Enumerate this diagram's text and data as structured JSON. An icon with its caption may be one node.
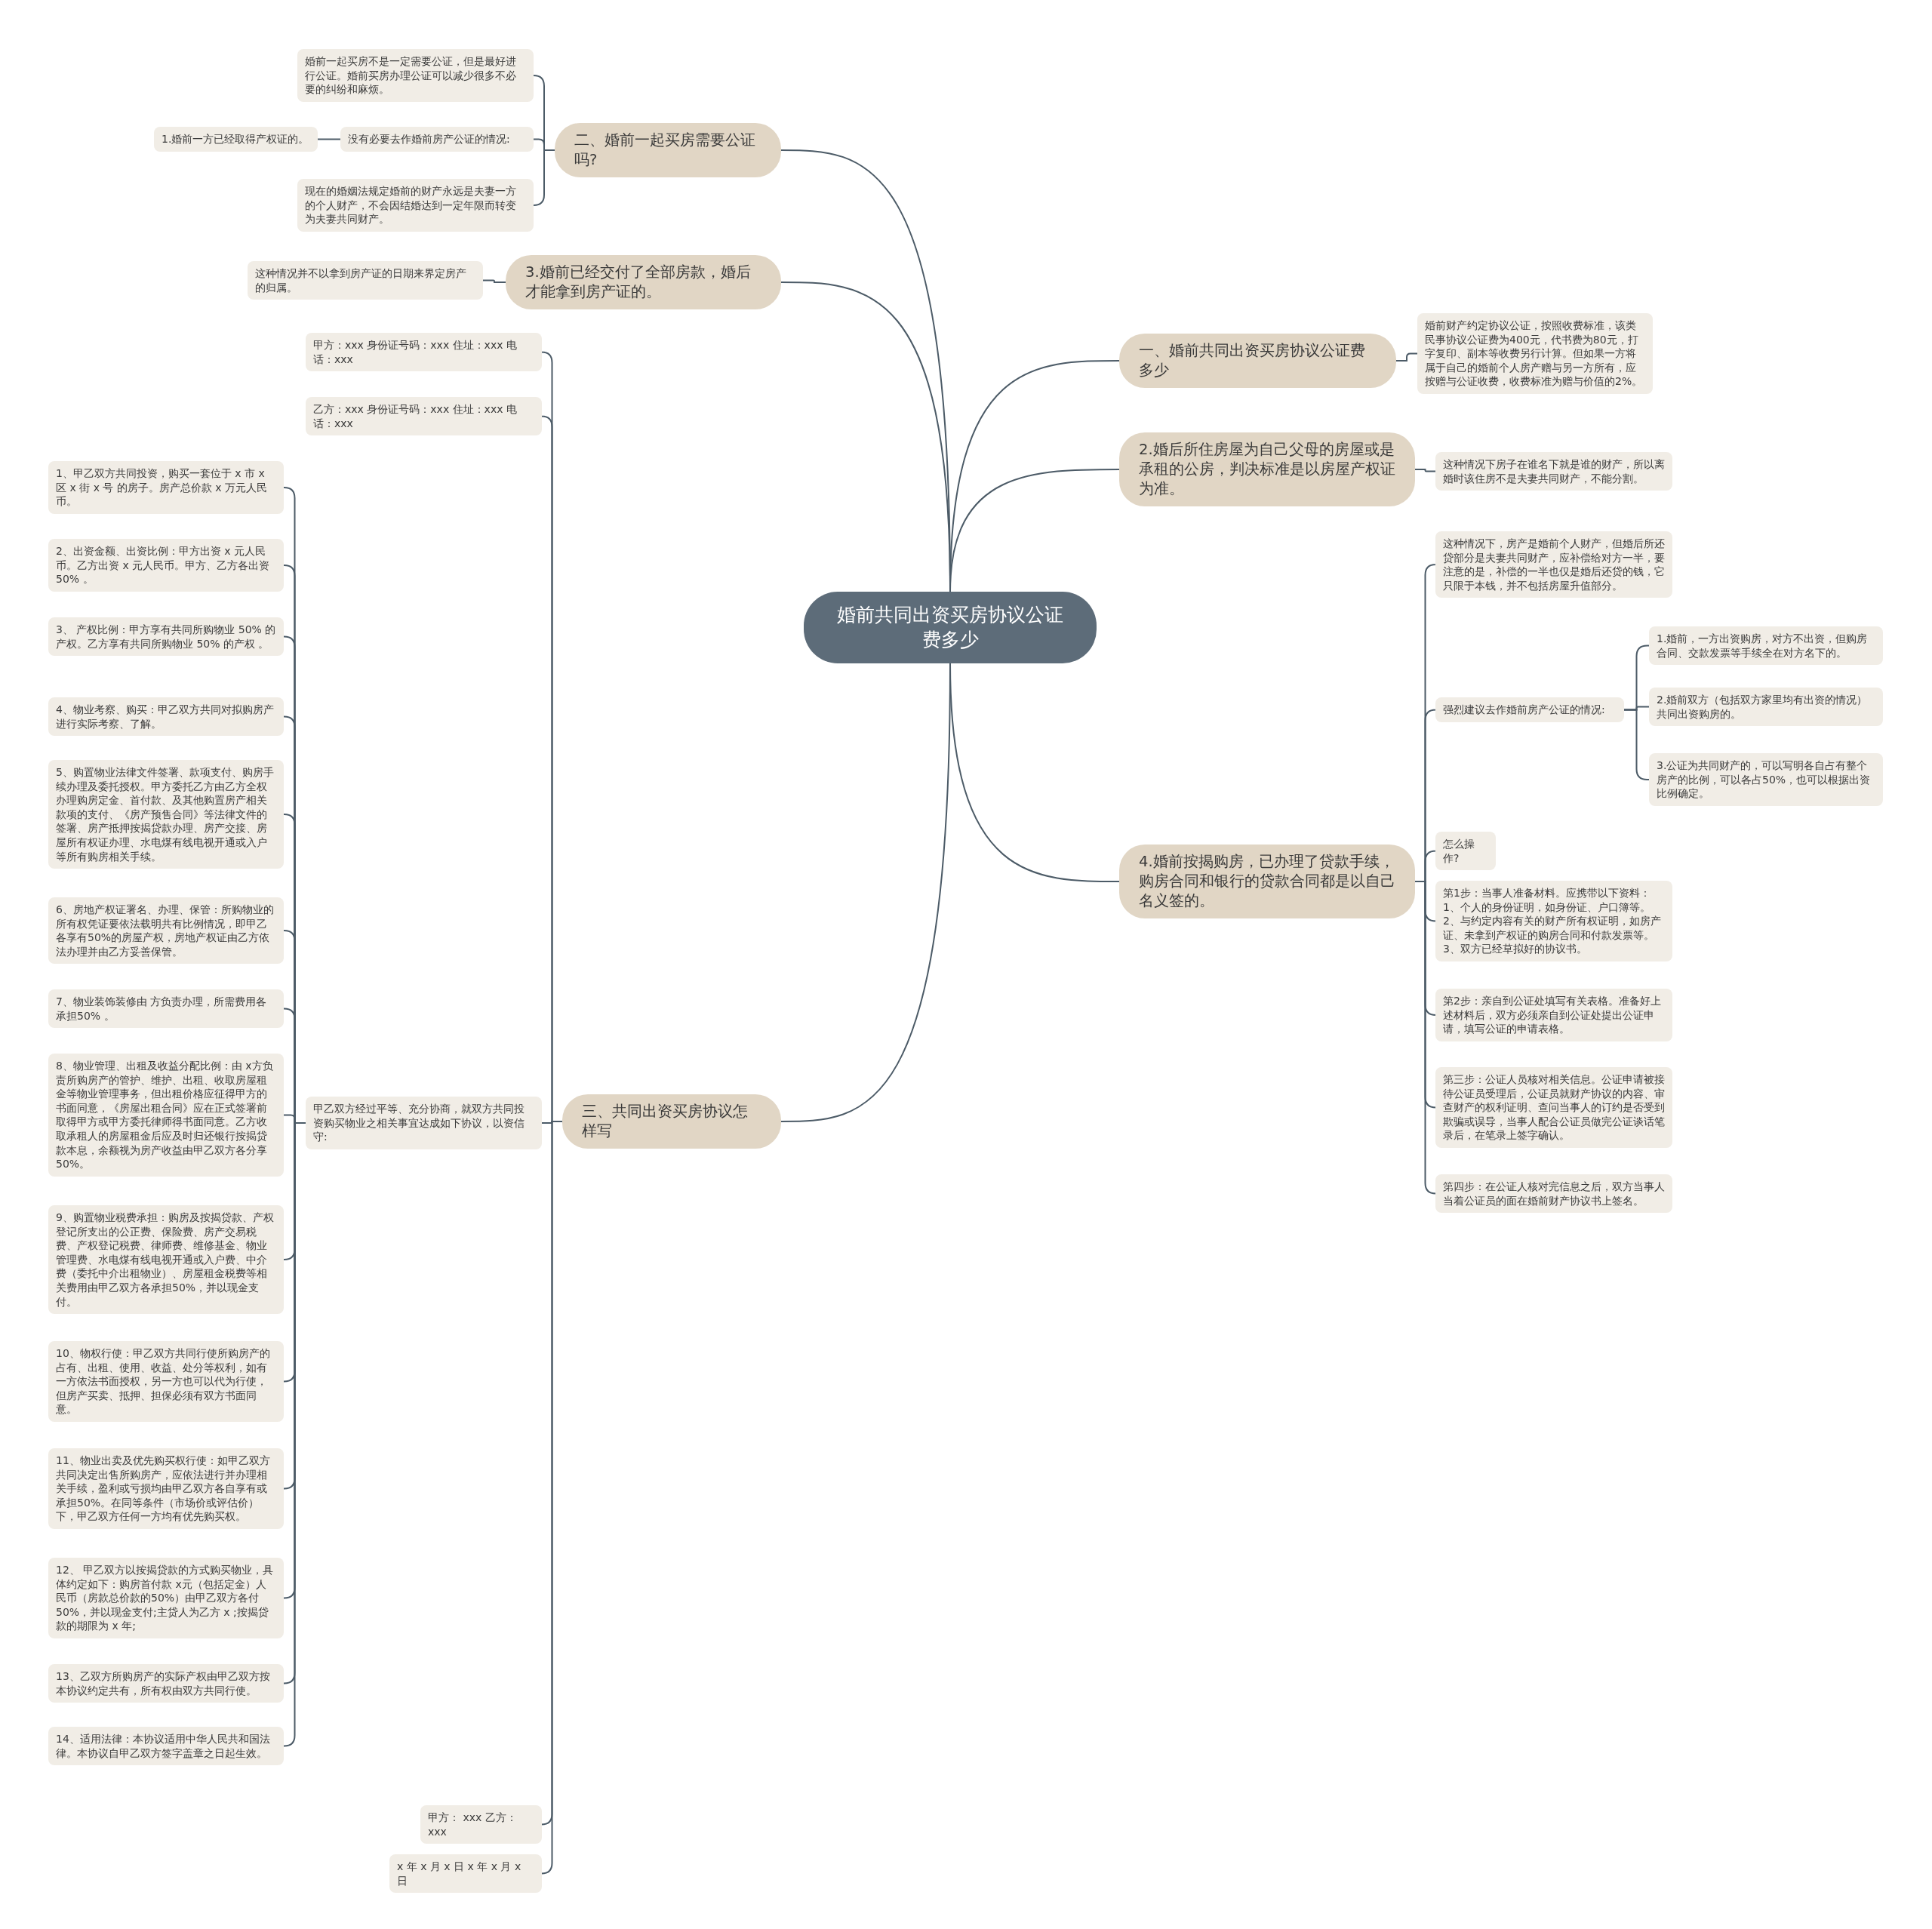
{
  "diagram": {
    "nodes": [
      {
        "text": [
          "婚前共同出资买房协议公证费多少"
        ]
      },
      {
        "text": [
          "二、婚前一起买房需要公证吗?"
        ]
      },
      {
        "text": [
          "婚前一起买房不是一定需要公证，但是最好进行公证。婚前买房办理公证可以减少很多不必要的纠纷和麻烦。"
        ]
      },
      {
        "text": [
          "没有必要去作婚前房产公证的情况:"
        ]
      },
      {
        "text": [
          "1.婚前一方已经取得产权证的。"
        ]
      },
      {
        "text": [
          "现在的婚姻法规定婚前的财产永远是夫妻一方的个人财产，不会因结婚达到一定年限而转变为夫妻共同财产。"
        ]
      },
      {
        "text": [
          "3.婚前已经交付了全部房款，婚后才能拿到房产证的。"
        ]
      },
      {
        "text": [
          "这种情况并不以拿到房产证的日期来界定房产的归属。"
        ]
      },
      {
        "text": [
          "三、共同出资买房协议怎样写"
        ]
      },
      {
        "text": [
          "甲方：xxx 身份证号码：xxx 住址：xxx 电话：xxx"
        ]
      },
      {
        "text": [
          "乙方：xxx 身份证号码：xxx 住址：xxx 电话：xxx"
        ]
      },
      {
        "text": [
          "甲乙双方经过平等、充分协商，就双方共同投资购买物业之相关事宜达成如下协议，以资信守:"
        ]
      },
      {
        "text": [
          "1、甲乙双方共同投资，购买一套位于 x 市 x 区 x 街 x 号 的房子。房产总价款 x 万元人民币。"
        ]
      },
      {
        "text": [
          "2、出资金额、出资比例：甲方出资 x 元人民币。乙方出资 x 元人民币。甲方、乙方各出资50% 。"
        ]
      },
      {
        "text": [
          "3、 产权比例：甲方享有共同所购物业 50% 的产权。乙方享有共同所购物业 50% 的产权 。"
        ]
      },
      {
        "text": [
          "4、物业考察、购买：甲乙双方共同对拟购房产进行实际考察、了解。"
        ]
      },
      {
        "text": [
          "5、购置物业法律文件签署、款项支付、购房手续办理及委托授权。甲方委托乙方由乙方全权办理购房定金、首付款、及其他购置房产相关款项的支付、《房产预售合同》等法律文件的签署、房产抵押按揭贷款办理、房产交接、房屋所有权证办理、水电煤有线电视开通或入户等所有购房相关手续。"
        ]
      },
      {
        "text": [
          "6、房地产权证署名、办理、保管：所购物业的所有权凭证要依法载明共有比例情况，即甲乙各享有50%的房屋产权，房地产权证由乙方依法办理并由乙方妥善保管。"
        ]
      },
      {
        "text": [
          "7、物业装饰装修由 方负责办理，所需费用各承担50% 。"
        ]
      },
      {
        "text": [
          "8、物业管理、出租及收益分配比例：由 x方负责所购房产的管护、维护、出租、收取房屋租金等物业管理事务，但出租价格应征得甲方的书面同意，《房屋出租合同》应在正式签署前取得甲方或甲方委托律师得书面同意。乙方收取承租人的房屋租金后应及时归还银行按揭贷款本息，余额视为房产收益由甲乙双方各分享50%。"
        ]
      },
      {
        "text": [
          "9、购置物业税费承担：购房及按揭贷款、产权登记所支出的公正费、保险费、房产交易税费、产权登记税费、律师费、维修基金、物业管理费、水电煤有线电视开通或入户费、中介费（委托中介出租物业）、房屋租金税费等相关费用由甲乙双方各承担50%，并以现金支付。"
        ]
      },
      {
        "text": [
          "10、物权行使：甲乙双方共同行使所购房产的占有、出租、使用、收益、处分等权利，如有一方依法书面授权，另一方也可以代为行使，但房产买卖、抵押、担保必须有双方书面同意。"
        ]
      },
      {
        "text": [
          "11、物业出卖及优先购买权行使：如甲乙双方共同决定出售所购房产，应依法进行并办理相关手续，盈利或亏损均由甲乙双方各自享有或承担50%。在同等条件（市场价或评估价）下，甲乙双方任何一方均有优先购买权。"
        ]
      },
      {
        "text": [
          "12、 甲乙双方以按揭贷款的方式购买物业，具体约定如下：购房首付款 x元（包括定金）人民币（房款总价款的50%）由甲乙双方各付50%，并以现金支付;主贷人为乙方 x ;按揭贷款的期限为 x 年;"
        ]
      },
      {
        "text": [
          "13、乙双方所购房产的实际产权由甲乙双方按本协议约定共有，所有权由双方共同行使。"
        ]
      },
      {
        "text": [
          "14、适用法律：本协议适用中华人民共和国法律。本协议自甲乙双方签字盖章之日起生效。"
        ]
      },
      {
        "text": [
          "甲方： xxx 乙方：xxx"
        ]
      },
      {
        "text": [
          "x 年 x 月 x 日 x 年 x 月 x 日"
        ]
      },
      {
        "text": [
          "一、婚前共同出资买房协议公证费多少"
        ]
      },
      {
        "text": [
          "婚前财产约定协议公证，按照收费标准，该类民事协议公证费为400元，代书费为80元，打字复印、副本等收费另行计算。但如果一方将属于自己的婚前个人房产赠与另一方所有，应按赠与公证收费，收费标准为赠与价值的2%。"
        ]
      },
      {
        "text": [
          "2.婚后所住房屋为自己父母的房屋或是承租的公房，判决标准是以房屋产权证为准。"
        ]
      },
      {
        "text": [
          "这种情况下房子在谁名下就是谁的财产，所以离婚时该住房不是夫妻共同财产，不能分割。"
        ]
      },
      {
        "text": [
          "4.婚前按揭购房，已办理了贷款手续，购房合同和银行的贷款合同都是以自己名义签的。"
        ]
      },
      {
        "text": [
          "这种情况下，房产是婚前个人财产，但婚后所还贷部分是夫妻共同财产，应补偿给对方一半，要注意的是，补偿的一半也仅是婚后还贷的钱，它只限于本钱，并不包括房屋升值部分。"
        ]
      },
      {
        "text": [
          "强烈建议去作婚前房产公证的情况:"
        ]
      },
      {
        "text": [
          "1.婚前，一方出资购房，对方不出资，但购房合同、交款发票等手续全在对方名下的。"
        ]
      },
      {
        "text": [
          "2.婚前双方（包括双方家里均有出资的情况）共同出资购房的。"
        ]
      },
      {
        "text": [
          "3.公证为共同财产的，可以写明各自占有整个房产的比例，可以各占50%，也可以根据出资比例确定。"
        ]
      },
      {
        "text": [
          "怎么操作?"
        ]
      },
      {
        "text": [
          "第1步：当事人准备材料。应携带以下资料：1、个人的身份证明，如身份证、户口簿等。2、与约定内容有关的财产所有权证明，如房产证、未拿到产权证的购房合同和付款发票等。3、双方已经草拟好的协议书。"
        ]
      },
      {
        "text": [
          "第2步：亲自到公证处填写有关表格。准备好上述材料后，双方必须亲自到公证处提出公证申请，填写公证的申请表格。"
        ]
      },
      {
        "text": [
          "第三步：公证人员核对相关信息。公证申请被接待公证员受理后，公证员就财产协议的内容、审查财产的权利证明、查问当事人的订约是否受到欺骗或误导，当事人配合公证员做完公证谈话笔录后，在笔录上签字确认。"
        ]
      },
      {
        "text": [
          "第四步：在公证人核对完信息之后，双方当事人当着公证员的面在婚前财产协议书上签名。"
        ]
      }
    ],
    "edges": [
      {
        "from": 0,
        "to": 1,
        "arrow": "none"
      },
      {
        "from": 1,
        "to": 2,
        "arrow": "none"
      },
      {
        "from": 1,
        "to": 3,
        "arrow": "none"
      },
      {
        "from": 3,
        "to": 4,
        "arrow": "none"
      },
      {
        "from": 1,
        "to": 5,
        "arrow": "none"
      },
      {
        "from": 0,
        "to": 6,
        "arrow": "none"
      },
      {
        "from": 6,
        "to": 7,
        "arrow": "none"
      },
      {
        "from": 0,
        "to": 8,
        "arrow": "none"
      },
      {
        "from": 8,
        "to": 9,
        "arrow": "none"
      },
      {
        "from": 8,
        "to": 10,
        "arrow": "none"
      },
      {
        "from": 8,
        "to": 11,
        "arrow": "none"
      },
      {
        "from": 11,
        "to": 12,
        "arrow": "none"
      },
      {
        "from": 11,
        "to": 13,
        "arrow": "none"
      },
      {
        "from": 11,
        "to": 14,
        "arrow": "none"
      },
      {
        "from": 11,
        "to": 15,
        "arrow": "none"
      },
      {
        "from": 11,
        "to": 16,
        "arrow": "none"
      },
      {
        "from": 11,
        "to": 17,
        "arrow": "none"
      },
      {
        "from": 11,
        "to": 18,
        "arrow": "none"
      },
      {
        "from": 11,
        "to": 19,
        "arrow": "none"
      },
      {
        "from": 11,
        "to": 20,
        "arrow": "none"
      },
      {
        "from": 11,
        "to": 21,
        "arrow": "none"
      },
      {
        "from": 11,
        "to": 22,
        "arrow": "none"
      },
      {
        "from": 11,
        "to": 23,
        "arrow": "none"
      },
      {
        "from": 11,
        "to": 24,
        "arrow": "none"
      },
      {
        "from": 11,
        "to": 25,
        "arrow": "none"
      },
      {
        "from": 8,
        "to": 26,
        "arrow": "none"
      },
      {
        "from": 8,
        "to": 27,
        "arrow": "none"
      },
      {
        "from": 0,
        "to": 28,
        "arrow": "none"
      },
      {
        "from": 28,
        "to": 29,
        "arrow": "none"
      },
      {
        "from": 0,
        "to": 30,
        "arrow": "none"
      },
      {
        "from": 30,
        "to": 31,
        "arrow": "none"
      },
      {
        "from": 0,
        "to": 32,
        "arrow": "none"
      },
      {
        "from": 32,
        "to": 33,
        "arrow": "none"
      },
      {
        "from": 32,
        "to": 34,
        "arrow": "none"
      },
      {
        "from": 34,
        "to": 35,
        "arrow": "none"
      },
      {
        "from": 34,
        "to": 36,
        "arrow": "none"
      },
      {
        "from": 34,
        "to": 37,
        "arrow": "none"
      },
      {
        "from": 32,
        "to": 38,
        "arrow": "none"
      },
      {
        "from": 32,
        "to": 39,
        "arrow": "none"
      },
      {
        "from": 32,
        "to": 40,
        "arrow": "none"
      },
      {
        "from": 32,
        "to": 41,
        "arrow": "none"
      },
      {
        "from": 32,
        "to": 42,
        "arrow": "none"
      }
    ]
  }
}
